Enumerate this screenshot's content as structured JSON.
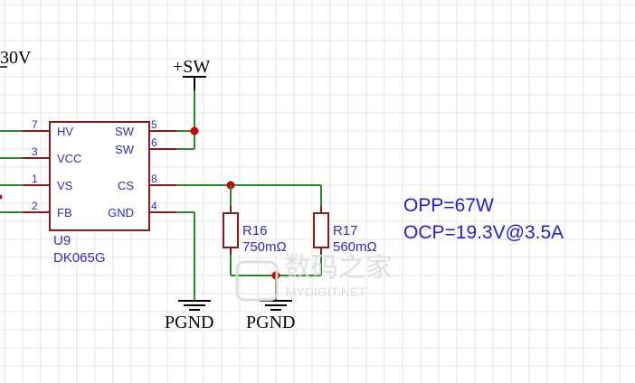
{
  "top_left_label": "30V",
  "power_label": "+SW",
  "ic": {
    "ref": "U9",
    "part": "DK065G",
    "left_pins": [
      {
        "num": "7",
        "name": "HV"
      },
      {
        "num": "3",
        "name": "VCC"
      },
      {
        "num": "1",
        "name": "VS"
      },
      {
        "num": "2",
        "name": "FB"
      }
    ],
    "right_pins": [
      {
        "num": "5",
        "name": "SW"
      },
      {
        "num": "6",
        "name": "SW"
      },
      {
        "num": "8",
        "name": "CS"
      },
      {
        "num": "4",
        "name": "GND"
      }
    ]
  },
  "resistors": [
    {
      "ref": "R16",
      "value": "750mΩ"
    },
    {
      "ref": "R17",
      "value": "560mΩ"
    }
  ],
  "ground_labels": [
    "PGND",
    "PGND"
  ],
  "notes": [
    "OPP=67W",
    "OCP=19.3V@3.5A"
  ],
  "watermark": {
    "cn": "数码之家",
    "en": "MYDIGIT.NET"
  }
}
